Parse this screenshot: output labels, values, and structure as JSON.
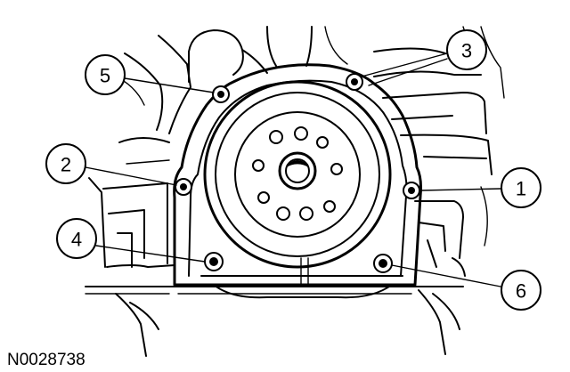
{
  "figure": {
    "reference_code": "N0028738"
  },
  "callouts": [
    {
      "label": "1"
    },
    {
      "label": "2"
    },
    {
      "label": "3"
    },
    {
      "label": "4"
    },
    {
      "label": "5"
    },
    {
      "label": "6"
    }
  ],
  "bolts": [
    {
      "callout": "1"
    },
    {
      "callout": "2"
    },
    {
      "callout": "3"
    },
    {
      "callout": "4"
    },
    {
      "callout": "5"
    },
    {
      "callout": "6"
    }
  ]
}
